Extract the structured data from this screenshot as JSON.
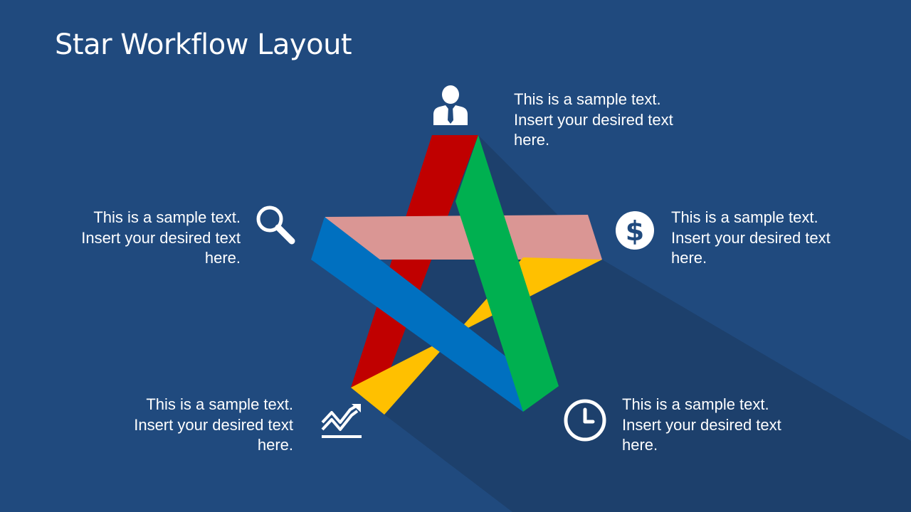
{
  "title": "Star Workflow Layout",
  "colors": {
    "background": "#204a7e",
    "shadow": "#1d406c",
    "red": "#c00000",
    "green": "#00b050",
    "pink": "#da9694",
    "blue": "#0070c0",
    "yellow": "#ffc000",
    "text": "#ffffff"
  },
  "items": [
    {
      "id": "top",
      "icon": "businessman-icon",
      "lines": [
        "This is a sample text.",
        "Insert your desired text",
        "here."
      ]
    },
    {
      "id": "left",
      "icon": "magnifier-icon",
      "lines": [
        "This is a sample text.",
        "Insert your desired text",
        "here."
      ]
    },
    {
      "id": "right",
      "icon": "dollar-icon",
      "lines": [
        "This is a sample text.",
        "Insert your desired text",
        "here."
      ]
    },
    {
      "id": "bottom-left",
      "icon": "trend-chart-icon",
      "lines": [
        "This is a sample text.",
        "Insert your desired text",
        "here."
      ]
    },
    {
      "id": "bottom-right",
      "icon": "clock-icon",
      "lines": [
        "This is a sample text.",
        "Insert your desired text",
        "here."
      ]
    }
  ]
}
